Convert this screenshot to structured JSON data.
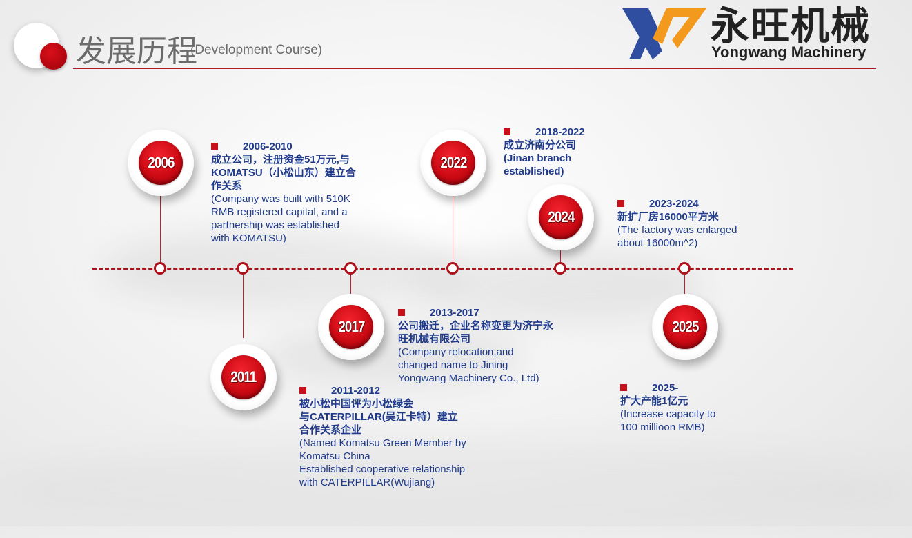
{
  "header": {
    "title_cn": "发展历程",
    "title_en": "(Development Course)"
  },
  "logo": {
    "name_cn": "永旺机械",
    "name_en": "Yongwang Machinery",
    "colors": {
      "blue": "#2f4ea0",
      "orange": "#f39a1e"
    }
  },
  "colors": {
    "accent": "#c8101a",
    "text": "#1f3a8a",
    "title": "#6b6b6b"
  },
  "timeline": [
    {
      "year": "2006",
      "period": "2006-2010",
      "cn": "成立公司，注册资金51万元,与\nKOMATSU（小松山东）建立合\n作关系",
      "en": "(Company was built with 510K\nRMB registered capital,  and a\npartnership was established\nwith KOMATSU)"
    },
    {
      "year": "2011",
      "period": "2011-2012",
      "cn": "被小松中国评为小松绿会\n与CATERPILLAR(吴江卡特）建立\n合作关系企业",
      "en": "(Named Komatsu Green Member by\nKomatsu China\nEstablished cooperative relationship\nwith CATERPILLAR(Wujiang)"
    },
    {
      "year": "2017",
      "period": "2013-2017",
      "cn": "公司搬迁，企业名称变更为济宁永\n旺机械有限公司",
      "en": "(Company relocation,and\nchanged name to Jining\nYongwang Machinery Co., Ltd)"
    },
    {
      "year": "2022",
      "period": "2018-2022",
      "cn": "成立济南分公司\n(Jinan branch\nestablished)",
      "en": ""
    },
    {
      "year": "2024",
      "period": "2023-2024",
      "cn": "新扩厂房16000平方米",
      "en": "(The factory was enlarged\nabout 16000m^2)"
    },
    {
      "year": "2025",
      "period": "2025-",
      "cn": "扩大产能1亿元",
      "en": "(Increase capacity to\n100 millioon RMB)"
    }
  ]
}
